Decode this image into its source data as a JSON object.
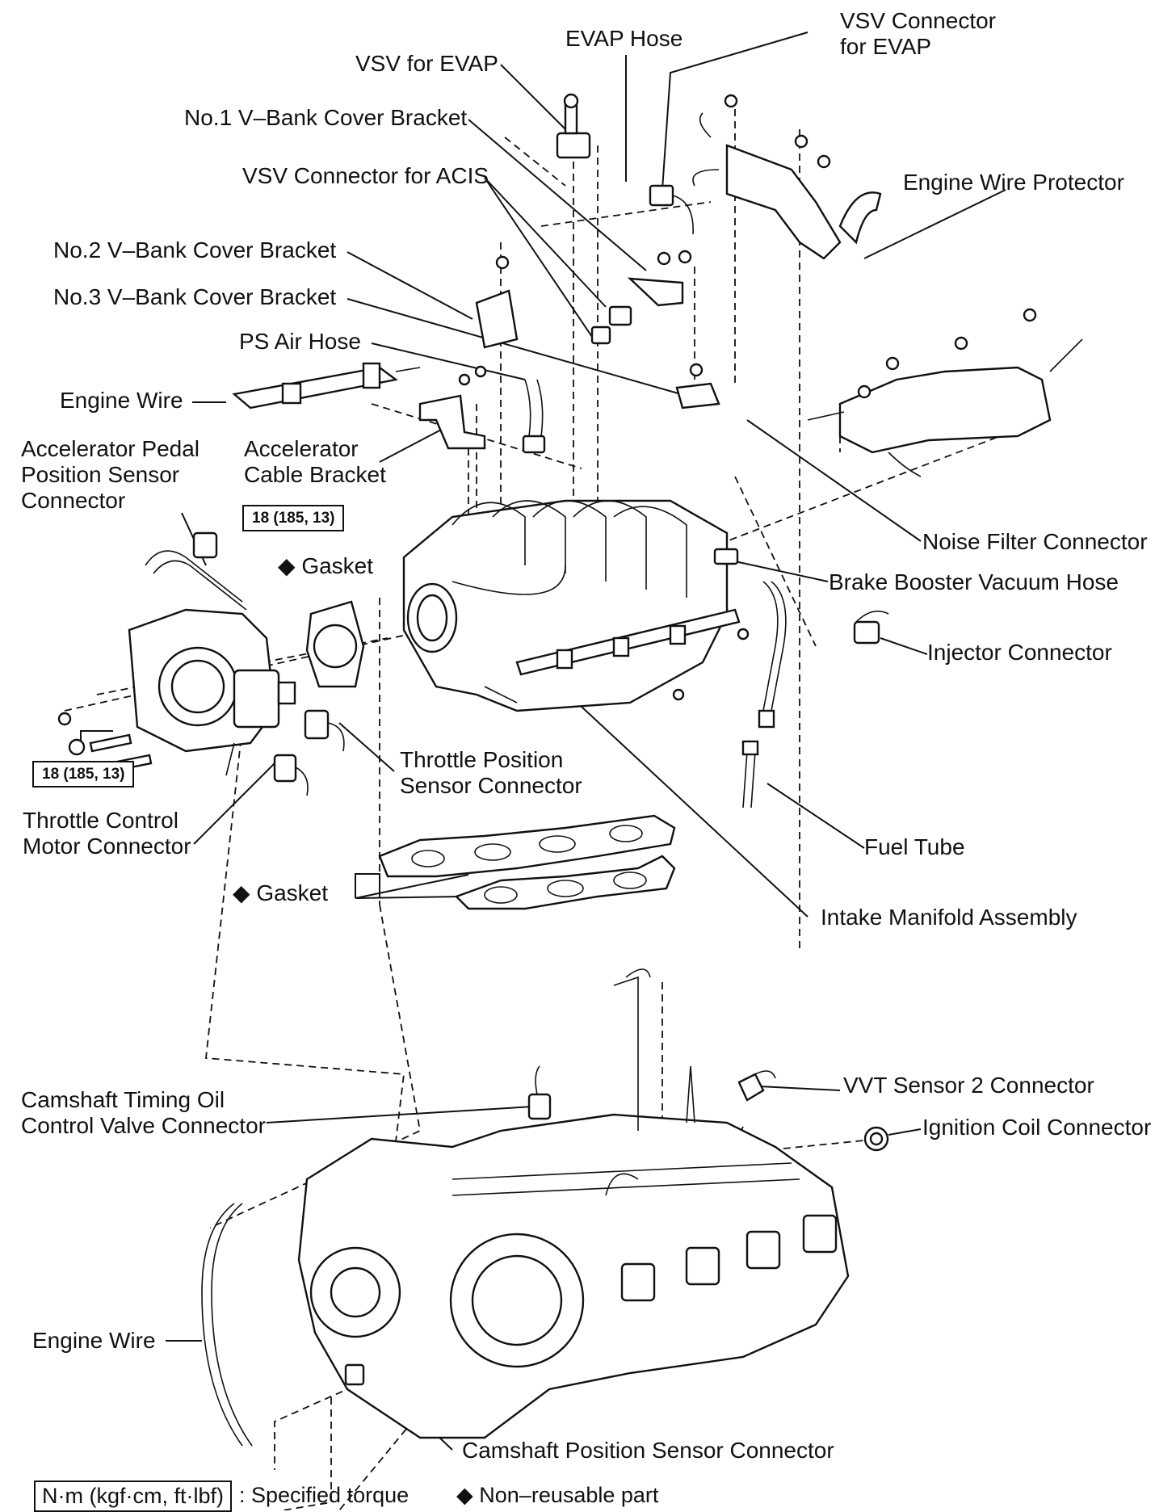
{
  "labels": {
    "evap_hose": "EVAP Hose",
    "vsv_connector_evap": "VSV Connector\nfor EVAP",
    "vsv_for_evap": "VSV for EVAP",
    "no1_bracket": "No.1 V–Bank Cover Bracket",
    "vsv_connector_acis": "VSV Connector for ACIS",
    "engine_wire_protector": "Engine Wire Protector",
    "no2_bracket": "No.2 V–Bank Cover Bracket",
    "no3_bracket": "No.3 V–Bank Cover Bracket",
    "ps_air_hose": "PS Air Hose",
    "engine_wire_top": "Engine Wire",
    "accel_pedal_connector": "Accelerator Pedal\nPosition Sensor\nConnector",
    "accel_cable_bracket": "Accelerator\nCable Bracket",
    "noise_filter_connector": "Noise Filter Connector",
    "gasket_throttle": "Gasket",
    "brake_booster_hose": "Brake Booster Vacuum Hose",
    "injector_connector": "Injector Connector",
    "throttle_position_connector": "Throttle Position\nSensor Connector",
    "throttle_motor_connector": "Throttle Control\nMotor Connector",
    "fuel_tube": "Fuel Tube",
    "gasket_manifold": "Gasket",
    "intake_manifold": "Intake Manifold Assembly",
    "camshaft_oil_valve_connector": "Camshaft Timing Oil\nControl Valve Connector",
    "vvt_sensor2_connector": "VVT Sensor 2 Connector",
    "ignition_coil_connector": "Ignition Coil Connector",
    "engine_wire_bottom": "Engine Wire",
    "camshaft_position_connector": "Camshaft Position Sensor Connector"
  },
  "torque": {
    "manifold_nut": "18 (185, 13)",
    "throttle_body_bolt": "18 (185, 13)"
  },
  "legend": {
    "torque_unit": "N·m (kgf·cm, ft·lbf)",
    "torque_desc": ": Specified torque",
    "nonreusable_symbol": "◆",
    "nonreusable_desc": "Non–reusable part"
  }
}
